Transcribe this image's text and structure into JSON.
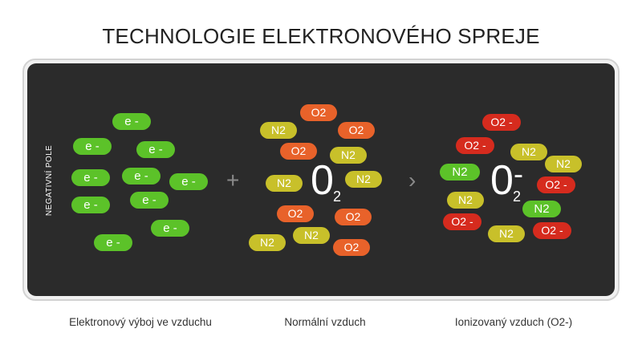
{
  "title": "TECHNOLOGIE ELEKTRONOVÉHO SPREJE",
  "side_label": "NEGATIVNÍ POLE",
  "electron_label": "e -",
  "o2_label": "O2",
  "n2_label": "N2",
  "o2_ion_label": "O2 -",
  "operators": {
    "plus": "+",
    "arrow": "›"
  },
  "center_molecule": {
    "base": "0",
    "subscript": "2"
  },
  "ion_molecule": {
    "base": "0",
    "charge": "-",
    "subscript": "2"
  },
  "captions": [
    "Elektronový výboj ve vzduchu",
    "Normální vzduch",
    "Ionizovaný vzduch (O2-)"
  ],
  "colors": {
    "electron": "#5cc229",
    "oxygen": "#e8622a",
    "nitrogen": "#c8c02a",
    "oxygen_ion": "#d62b1e",
    "panel": "#2b2b2b"
  }
}
